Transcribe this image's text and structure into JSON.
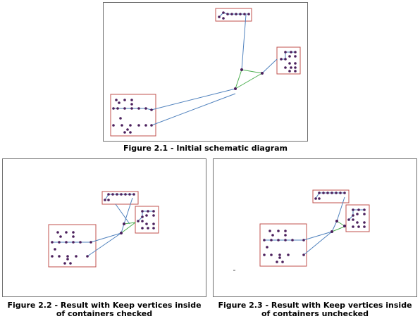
{
  "figures": [
    {
      "id": "fig1",
      "caption": "Figure 2.1 - Initial schematic diagram"
    },
    {
      "id": "fig2",
      "caption_line1": "Figure 2.2 - Result with Keep vertices inside",
      "caption_line2": "of containers checked"
    },
    {
      "id": "fig3",
      "caption_line1": "Figure 2.3 - Result with Keep vertices inside",
      "caption_line2": "of containers unchecked"
    }
  ],
  "colors": {
    "container_border": "#c0504d",
    "blue_link": "#4f81bd",
    "green_link": "#4caf50",
    "node_fill": "#4b1f5c",
    "node_stroke": "#7d4b8f",
    "frame_border": "#6f6f6f"
  }
}
